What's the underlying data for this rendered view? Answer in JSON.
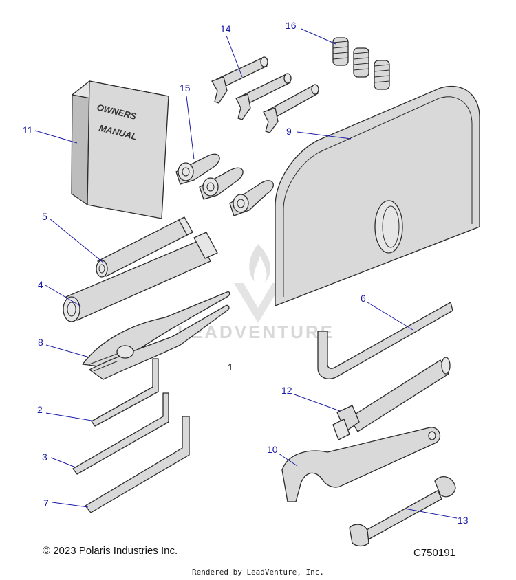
{
  "diagram": {
    "copyright": "© 2023 Polaris Industries Inc.",
    "code": "C750191",
    "rendered_by": "Rendered by LeadVenture, Inc.",
    "watermark_text": "LEADVENTURE",
    "manual_cover_line1": "OWNERS",
    "manual_cover_line2": "MANUAL",
    "callouts": {
      "c1": "1",
      "c2": "2",
      "c3": "3",
      "c4": "4",
      "c5": "5",
      "c6": "6",
      "c7": "7",
      "c8": "8",
      "c9": "9",
      "c10": "10",
      "c11": "11",
      "c12": "12",
      "c13": "13",
      "c14": "14",
      "c15": "15",
      "c16": "16"
    }
  },
  "colors": {
    "callout_blue": "#1a1aa8",
    "part_fill": "#d9d9d9",
    "outline": "#2b2b2b"
  }
}
